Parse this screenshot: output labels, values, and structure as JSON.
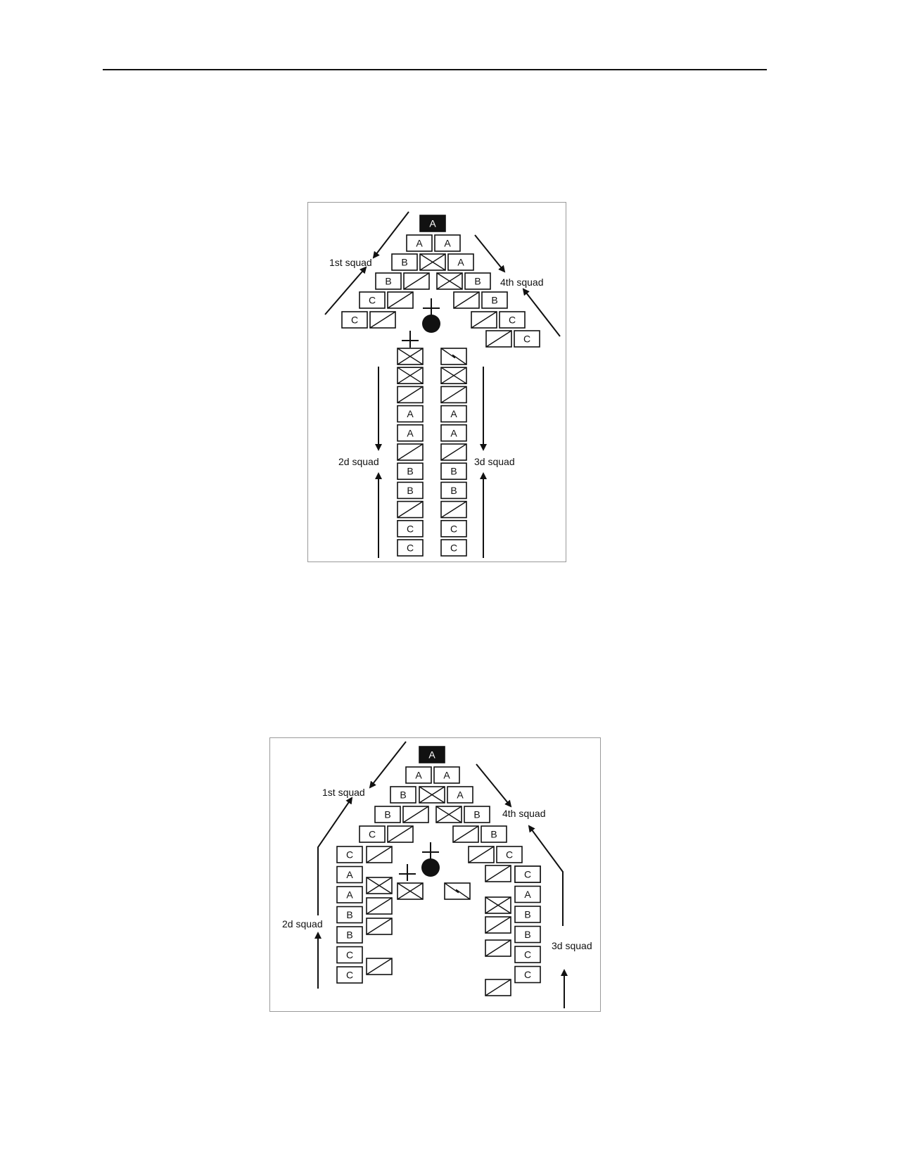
{
  "figures": [
    {
      "id": "file-formation",
      "labels": {
        "squad1": "1st squad",
        "squad2": "2d squad",
        "squad3": "3d squad",
        "squad4": "4th squad"
      },
      "lead_box_letter": "A",
      "box_letters": [
        "A",
        "B",
        "C"
      ]
    },
    {
      "id": "wedge-formation",
      "labels": {
        "squad1": "1st squad",
        "squad2": "2d squad",
        "squad3": "3d squad",
        "squad4": "4th squad"
      },
      "lead_box_letter": "A",
      "box_letters": [
        "A",
        "B",
        "C"
      ]
    }
  ],
  "symbol_kinds": [
    "letter-box",
    "infantry-box",
    "slash-box",
    "signal-box",
    "leader-mark"
  ],
  "colors": {
    "ink": "#111111",
    "frame": "#9a9a9a",
    "lead_fill": "#111111",
    "lead_text": "#ffffff"
  }
}
